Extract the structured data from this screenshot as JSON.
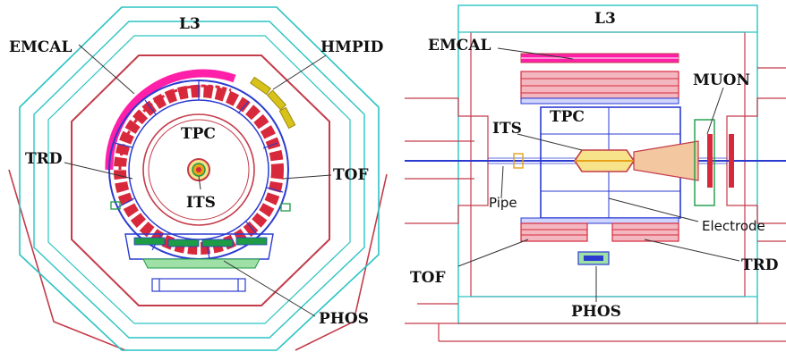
{
  "left_view": {
    "labels": {
      "l3": "L3",
      "emcal": "EMCAL",
      "hmpid": "HMPID",
      "tpc": "TPC",
      "trd": "TRD",
      "tof": "TOF",
      "its": "ITS",
      "phos": "PHOS"
    }
  },
  "right_view": {
    "labels": {
      "l3": "L3",
      "emcal": "EMCAL",
      "muon": "MUON",
      "tpc": "TPC",
      "its": "ITS",
      "pipe": "Pipe",
      "electrode": "Electrode",
      "tof": "TOF",
      "trd": "TRD",
      "phos": "PHOS"
    }
  },
  "colors": {
    "l3_outline": "#2bc3c3",
    "yoke": "#c43b4a",
    "emcal": "#ff1fa8",
    "trd": "#d8283c",
    "tof": "#2b3bd0",
    "hmpid": "#d7c21a",
    "phos": "#1d9b45",
    "its_core": "#e6a21a"
  }
}
